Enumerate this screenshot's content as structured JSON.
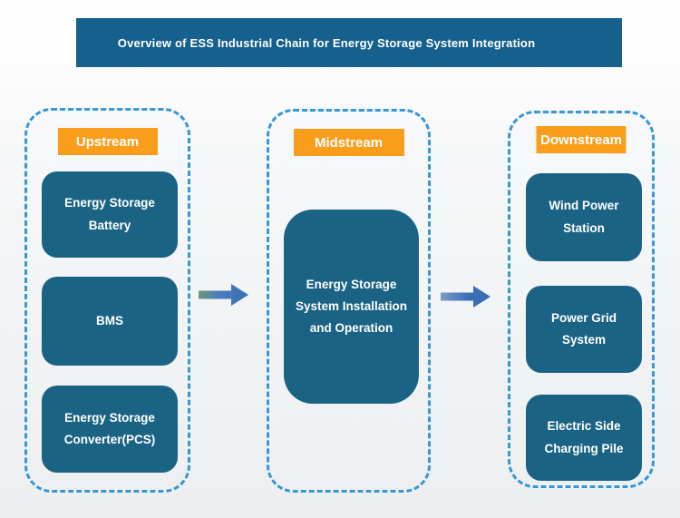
{
  "title": "Overview of ESS Industrial Chain for Energy Storage System Integration",
  "colors": {
    "banner-bg": "#15608C",
    "node-bg": "#1B6384",
    "label-bg": "#F99D1B",
    "dash-border": "#3596D8",
    "arrow-blue": "#3A6FB5",
    "arrow-blue-mid": "#4A7DBD",
    "arrow1-tail": "#6F9678",
    "arrow2-tail": "#7E9CC5",
    "text-light": "#FFFFFF"
  },
  "columns": [
    {
      "label": "Upstream",
      "boxes": [
        "Energy Storage\nBattery",
        "BMS",
        "Energy Storage\nConverter(PCS)"
      ]
    },
    {
      "label": "Midstream",
      "boxes": [
        "Energy Storage\nSystem Installation\nand Operation"
      ]
    },
    {
      "label": "Downstream",
      "boxes": [
        "Wind Power\nStation",
        "Power Grid\nSystem",
        "Electric Side\nCharging Pile"
      ]
    }
  ]
}
